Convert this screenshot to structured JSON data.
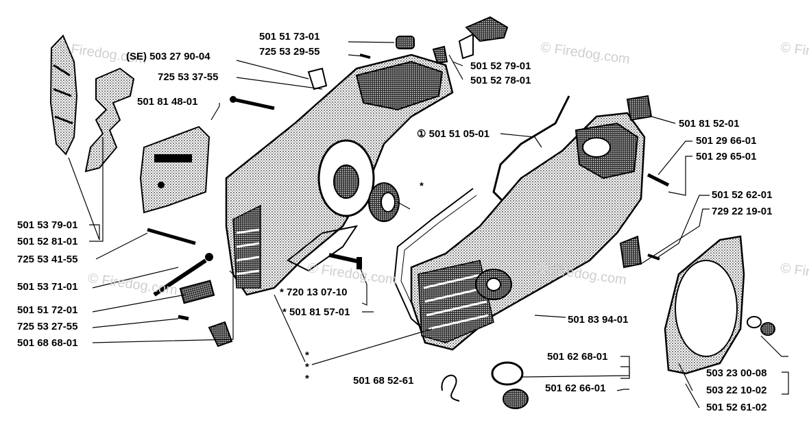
{
  "watermark": "© Firedog.com",
  "labels": {
    "l1": "501 51 73-01",
    "l2": "725 53 29-55",
    "l3": "(SE) 503 27 90-04",
    "l4": "725 53 37-55",
    "l5": "501 81 48-01",
    "l6": "501 52 79-01",
    "l7": "501 52 78-01",
    "l8": "① 501 51 05-01",
    "l9": "501 81 52-01",
    "l10": "501 29 66-01",
    "l11": "501 29 65-01",
    "l12": "501 52 62-01",
    "l13": "729 22 19-01",
    "l14": "501 53 79-01",
    "l15": "501 52 81-01",
    "l16": "725 53 41-55",
    "l17": "501 53 71-01",
    "l18": "501 51 72-01",
    "l19": "725 53 27-55",
    "l20": "501 68 68-01",
    "l21": "* 720 13 07-10",
    "l22": "* 501 81 57-01",
    "l23": "501 83 94-01",
    "l24": "501 68 52-61",
    "l25": "501 62 68-01",
    "l26": "501 62 66-01",
    "l27": "503 23 00-08",
    "l28": "503 22 10-02",
    "l29": "501 52 61-02",
    "star": "*"
  }
}
